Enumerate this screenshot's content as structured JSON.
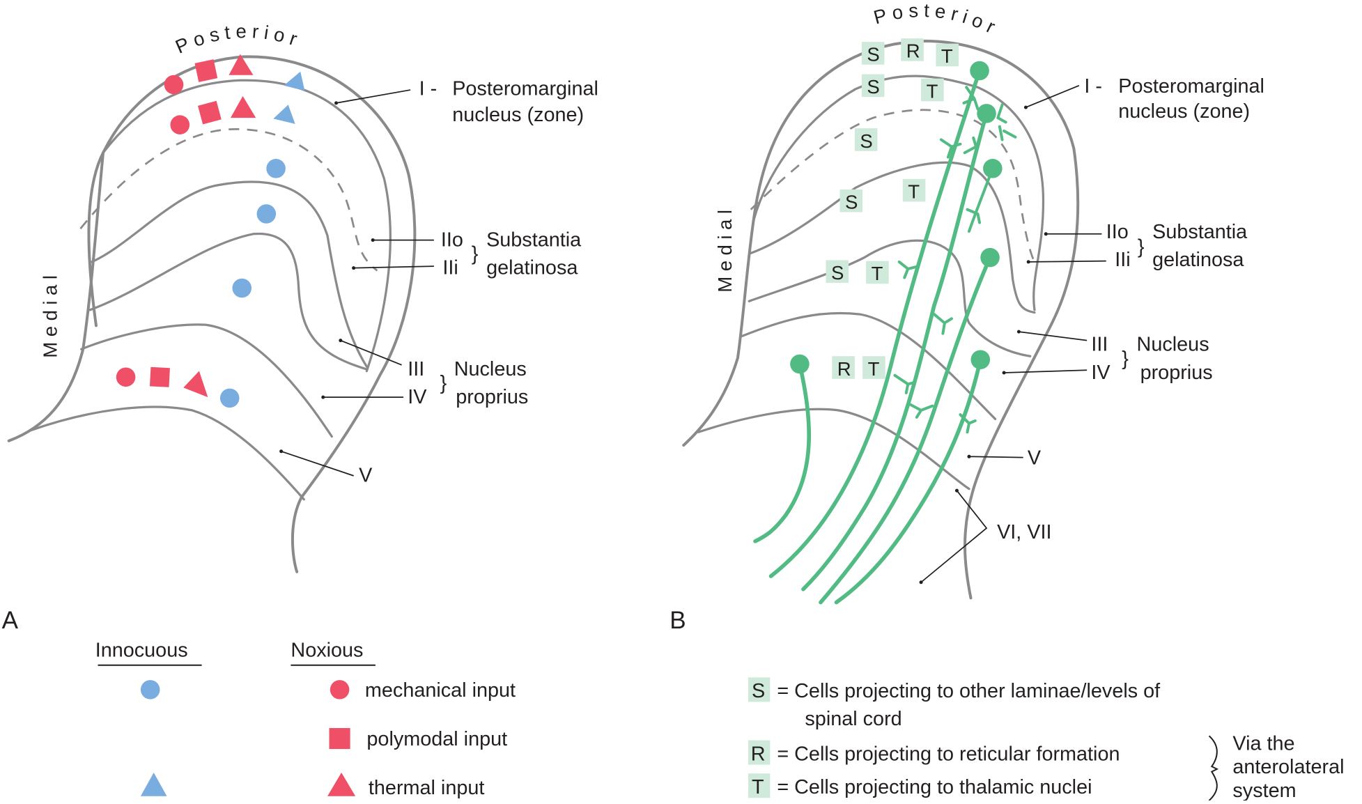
{
  "colors": {
    "noxious": "#ef5068",
    "innocuous": "#7aaddf",
    "neuron": "#52bb84",
    "badge": "#cfe9da",
    "outline": "#8a8a8c",
    "text": "#231f20"
  },
  "panel_a": {
    "letter": "A",
    "posterior": "Posterior",
    "medial": "Medial",
    "laminae": {
      "I_roman": "I -",
      "I_name_line1": "Posteromarginal",
      "I_name_line2": "nucleus (zone)",
      "IIo": "IIo",
      "IIi": "IIi",
      "II_name_line1": "Substantia",
      "II_name_line2": "gelatinosa",
      "III": "III",
      "IV": "IV",
      "III_IV_name_line1": "Nucleus",
      "III_IV_name_line2": "proprius",
      "V": "V"
    },
    "markers": [
      {
        "lamina": "I",
        "shape": "circle",
        "type": "noxious"
      },
      {
        "lamina": "I",
        "shape": "square",
        "type": "noxious"
      },
      {
        "lamina": "I",
        "shape": "triangle",
        "type": "noxious"
      },
      {
        "lamina": "I",
        "shape": "triangle",
        "type": "innocuous"
      },
      {
        "lamina": "IIo",
        "shape": "circle",
        "type": "noxious"
      },
      {
        "lamina": "IIo",
        "shape": "square",
        "type": "noxious"
      },
      {
        "lamina": "IIo",
        "shape": "triangle",
        "type": "noxious"
      },
      {
        "lamina": "IIo",
        "shape": "triangle",
        "type": "innocuous"
      },
      {
        "lamina": "IIi",
        "shape": "circle",
        "type": "innocuous"
      },
      {
        "lamina": "III",
        "shape": "circle",
        "type": "innocuous"
      },
      {
        "lamina": "IV",
        "shape": "circle",
        "type": "innocuous"
      },
      {
        "lamina": "V",
        "shape": "circle",
        "type": "noxious"
      },
      {
        "lamina": "V",
        "shape": "square",
        "type": "noxious"
      },
      {
        "lamina": "V",
        "shape": "triangle",
        "type": "noxious"
      },
      {
        "lamina": "V",
        "shape": "circle",
        "type": "innocuous"
      }
    ]
  },
  "panel_b": {
    "letter": "B",
    "posterior": "Posterior",
    "medial": "Medial",
    "laminae": {
      "I_roman": "I -",
      "I_name_line1": "Posteromarginal",
      "I_name_line2": "nucleus (zone)",
      "IIo": "IIo",
      "IIi": "IIi",
      "II_name_line1": "Substantia",
      "II_name_line2": "gelatinosa",
      "III": "III",
      "IV": "IV",
      "III_IV_name_line1": "Nucleus",
      "III_IV_name_line2": "proprius",
      "V": "V",
      "VI_VII": "VI, VII"
    },
    "badges": [
      {
        "row": "I",
        "letters": [
          "S",
          "R",
          "T"
        ]
      },
      {
        "row": "IIo",
        "letters": [
          "S",
          "T"
        ]
      },
      {
        "row": "IIi",
        "letters": [
          "S"
        ]
      },
      {
        "row": "III-upper",
        "letters": [
          "S",
          "T"
        ]
      },
      {
        "row": "III",
        "letters": [
          "S",
          "T"
        ]
      },
      {
        "row": "V",
        "letters": [
          "R",
          "T"
        ]
      }
    ]
  },
  "legend_a": {
    "innocuous_header": "Innocuous",
    "noxious_header": "Noxious",
    "items": [
      {
        "label": "mechanical input",
        "shape": "circle",
        "innocuous": true
      },
      {
        "label": "polymodal input",
        "shape": "square",
        "innocuous": false
      },
      {
        "label": "thermal input",
        "shape": "triangle",
        "innocuous": true
      }
    ]
  },
  "legend_b": {
    "items": [
      {
        "key": "S",
        "text": "= Cells projecting to other laminae/levels of",
        "text2": "spinal cord"
      },
      {
        "key": "R",
        "text": "= Cells projecting to reticular formation"
      },
      {
        "key": "T",
        "text": "= Cells projecting to thalamic nuclei"
      }
    ],
    "bracket_label_line1": "Via the",
    "bracket_label_line2": "anterolateral",
    "bracket_label_line3": "system"
  }
}
